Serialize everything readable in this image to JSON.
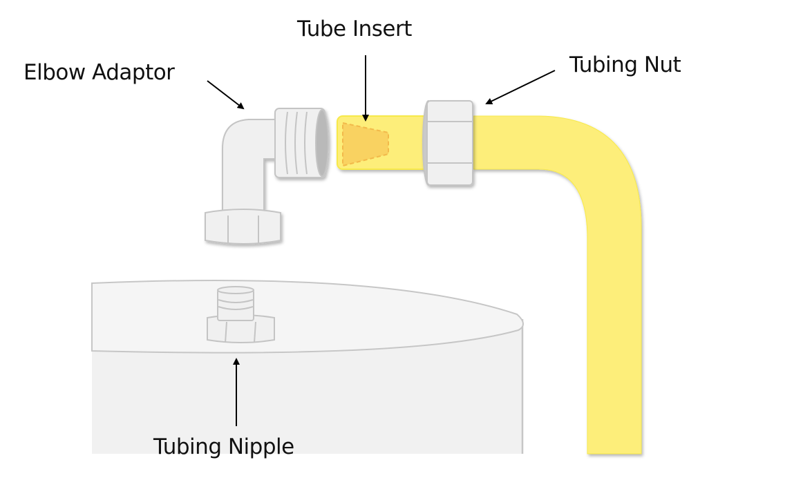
{
  "diagram": {
    "labels": {
      "elbow_adaptor": "Elbow Adaptor",
      "tube_insert": "Tube Insert",
      "tubing_nut": "Tubing Nut",
      "tubing_nipple": "Tubing Nipple"
    },
    "colors": {
      "tube_fill": "#fdee7a",
      "tube_edge": "#f7e94a",
      "insert_fill": "#f9d261",
      "insert_dash": "#f2b94a",
      "fitting_fill": "#f0f0f0",
      "fitting_stroke": "#c4c4c4",
      "tank_top": "#f5f5f5",
      "tank_body": "#f1f1f1",
      "arrow": "#000000"
    }
  }
}
